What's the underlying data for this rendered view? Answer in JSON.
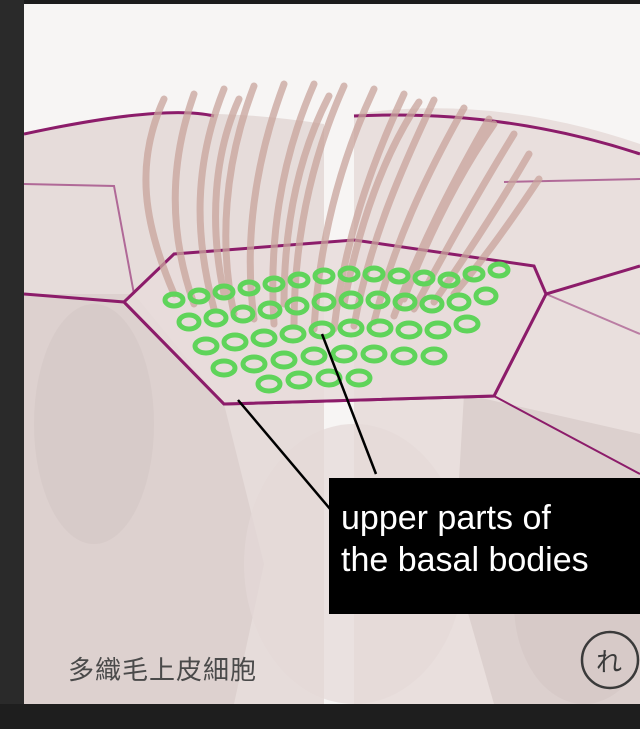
{
  "callout": {
    "line1": "upper parts of",
    "line2": "the basal bodies"
  },
  "caption": "多織毛上皮細胞",
  "stamp": "れ",
  "colors": {
    "background": "#f7f5f4",
    "cell_fill": "#e3d7d5",
    "cell_outline": "#8c1c6a",
    "cilia": "#c9a49c",
    "basal_body_ring": "#5fd45a",
    "callout_bg": "#000000",
    "callout_text": "#ffffff"
  },
  "icons": [
    "ciliated-cell-illustration",
    "basal-body-ring-icon",
    "artist-stamp-icon"
  ]
}
